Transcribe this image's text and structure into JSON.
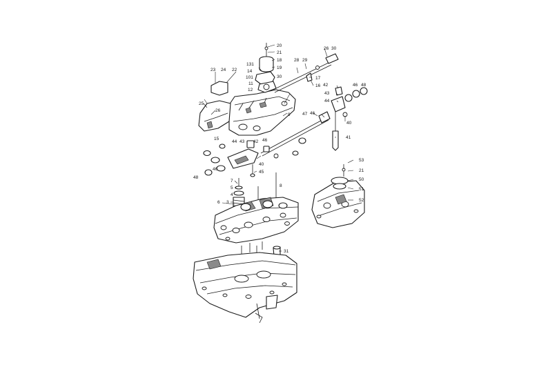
{
  "callouts": [
    {
      "id": "c20",
      "text": "20"
    },
    {
      "id": "c21a",
      "text": "21"
    },
    {
      "id": "c18",
      "text": "18"
    },
    {
      "id": "c19",
      "text": "19"
    },
    {
      "id": "c131",
      "text": "131"
    },
    {
      "id": "c14",
      "text": "14"
    },
    {
      "id": "c101",
      "text": "101"
    },
    {
      "id": "c11",
      "text": "11"
    },
    {
      "id": "c12",
      "text": "12"
    },
    {
      "id": "c30a",
      "text": "30"
    },
    {
      "id": "c28",
      "text": "28"
    },
    {
      "id": "c29",
      "text": "29"
    },
    {
      "id": "c26a",
      "text": "26"
    },
    {
      "id": "c30b",
      "text": "30"
    },
    {
      "id": "c17",
      "text": "17"
    },
    {
      "id": "c16",
      "text": "16"
    },
    {
      "id": "c23",
      "text": "23"
    },
    {
      "id": "c24",
      "text": "24"
    },
    {
      "id": "c22",
      "text": "22"
    },
    {
      "id": "c25",
      "text": "25"
    },
    {
      "id": "c26b",
      "text": "26"
    },
    {
      "id": "c9",
      "text": "9"
    },
    {
      "id": "c15",
      "text": "15"
    },
    {
      "id": "c42a",
      "text": "42"
    },
    {
      "id": "c43a",
      "text": "43"
    },
    {
      "id": "c44a",
      "text": "44"
    },
    {
      "id": "c46a",
      "text": "46"
    },
    {
      "id": "c48a",
      "text": "48"
    },
    {
      "id": "c46b",
      "text": "46"
    },
    {
      "id": "c47",
      "text": "47"
    },
    {
      "id": "c40a",
      "text": "40"
    },
    {
      "id": "c41",
      "text": "41"
    },
    {
      "id": "c44b",
      "text": "44"
    },
    {
      "id": "c43b",
      "text": "43"
    },
    {
      "id": "c42b",
      "text": "42"
    },
    {
      "id": "c46c",
      "text": "46"
    },
    {
      "id": "c40b",
      "text": "40"
    },
    {
      "id": "c45",
      "text": "45"
    },
    {
      "id": "c46d",
      "text": "46"
    },
    {
      "id": "c48b",
      "text": "48"
    },
    {
      "id": "c7",
      "text": "7"
    },
    {
      "id": "c5",
      "text": "5"
    },
    {
      "id": "c4",
      "text": "4"
    },
    {
      "id": "c6",
      "text": "6"
    },
    {
      "id": "c3",
      "text": "3"
    },
    {
      "id": "c8",
      "text": "8"
    },
    {
      "id": "c31",
      "text": "31"
    },
    {
      "id": "c53",
      "text": "53"
    },
    {
      "id": "c21b",
      "text": "21"
    },
    {
      "id": "c50",
      "text": "50"
    },
    {
      "id": "c51",
      "text": "51"
    },
    {
      "id": "c52",
      "text": "52"
    }
  ]
}
